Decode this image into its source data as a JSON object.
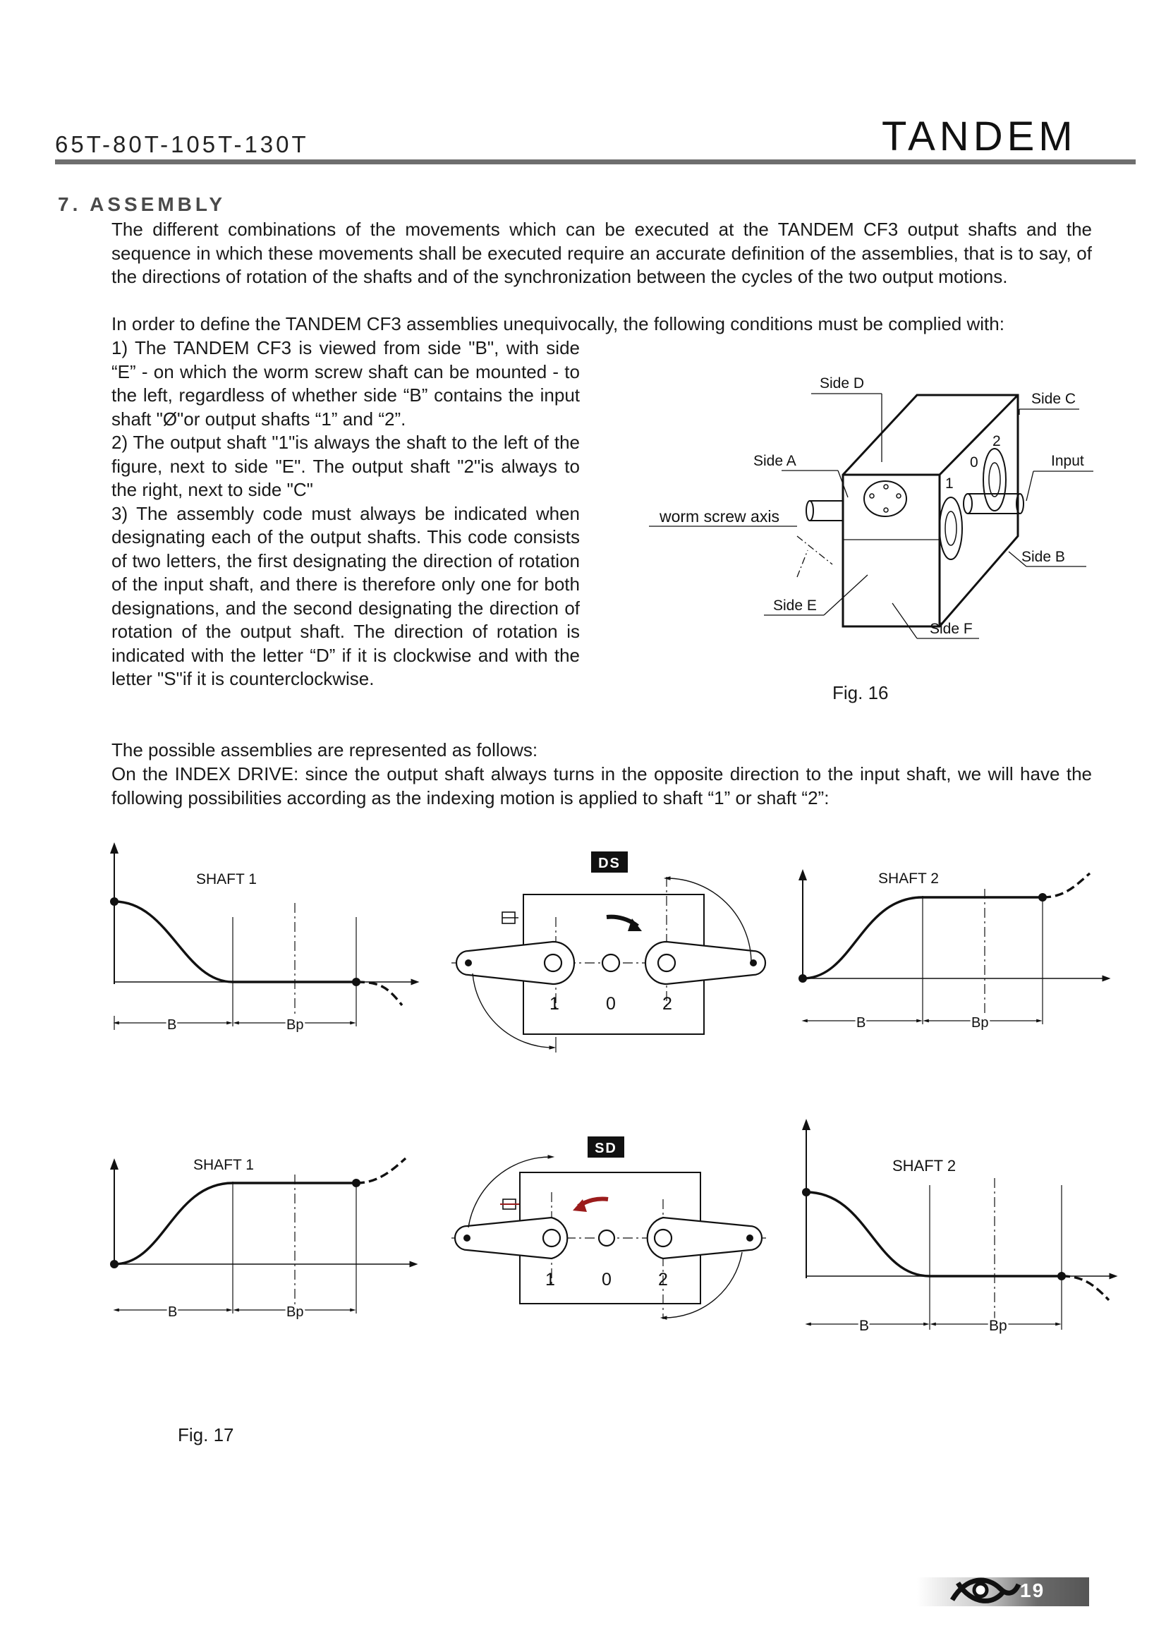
{
  "header": {
    "models": "65T-80T-105T-130T",
    "brand": "TANDEM"
  },
  "section": {
    "title": "7. ASSEMBLY"
  },
  "text": {
    "p1": "The different combinations of the movements which can be executed at the TANDEM CF3 output shafts and the sequence in which these movements shall be executed require an accurate definition of the assemblies, that is to say, of the directions of rotation of the shafts and of the synchronization between the cycles of the two output motions.",
    "p2": "In order to define the TANDEM CF3 assemblies unequivocally, the following conditions must be complied with:",
    "cond1": "1) The TANDEM CF3 is viewed from side \"B\", with side “E” - on which the worm screw shaft can be mounted - to the left, regardless of whether side “B” contains the input shaft \"Ø\"or output shafts “1” and “2”.",
    "cond2": "2) The output shaft \"1\"is always the shaft to the left of the figure, next to side \"E\". The output shaft \"2\"is always to the right, next to side \"C\"",
    "cond3": "3) The assembly code must always be indicated when designating each of the output shafts. This code consists of two letters, the first designating the direction of rotation of the input shaft, and there is therefore only one for both designations, and the second designating the direction of rotation of the output shaft. The direction of rotation is indicated with the letter “D” if it is clockwise and with the letter \"S\"if it is counterclockwise.",
    "p3": "The possible assemblies are represented as follows:",
    "p4": "On the INDEX DRIVE: since the output shaft always turns in the opposite direction to the input shaft, we will have the following possibilities according as the indexing motion is applied to shaft “1” or shaft “2”:"
  },
  "fig16": {
    "caption": "Fig. 16",
    "labels": {
      "side_a": "Side  A",
      "side_b": "Side  B",
      "side_c": "Side  C",
      "side_d": "Side  D",
      "side_e": "Side  E",
      "side_f": "Side  F",
      "input": "Input",
      "worm": "worm screw axis",
      "n0": "0",
      "n1": "1",
      "n2": "2"
    }
  },
  "fig17": {
    "caption": "Fig. 17",
    "code_ds": "DS",
    "code_sd": "SD",
    "shaft1": "SHAFT  1",
    "shaft2": "SHAFT  2",
    "b": "B",
    "bp": "Bp",
    "n0": "0",
    "n1": "1",
    "n2": "2"
  },
  "footer": {
    "page_number": "19"
  },
  "colors": {
    "rule": "#6e6e6e",
    "section_title": "#4a4a4a",
    "arrow_red": "#9b1c1c"
  }
}
